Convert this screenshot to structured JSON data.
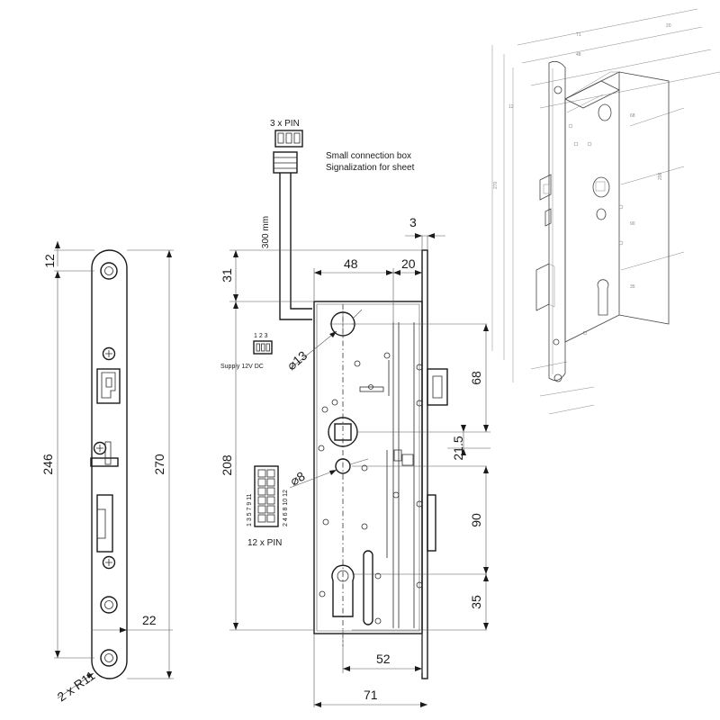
{
  "labels": {
    "pin3": "3 x PIN",
    "box_line1": "Small connection box",
    "box_line2": "Signalization for sheet",
    "cable": "300 mm",
    "supply_pins": "1 2 3",
    "supply": "Supply 12V DC",
    "pin12": "12 x PIN",
    "pins_odd": "1 3 5 7 9 11",
    "pins_even": "2 4 6 8 10 12"
  },
  "front_plate": {
    "dim_top": "12",
    "dim_inner": "246",
    "dim_total": "270",
    "dim_width": "22",
    "dim_radius": "2 x R11"
  },
  "side_view": {
    "dim_plate": "3",
    "dim_48": "48",
    "dim_20": "20",
    "dim_31": "31",
    "dim_208": "208",
    "dim_d13": "⌀13",
    "dim_d8": "⌀8",
    "dim_68": "68",
    "dim_215": "21.5",
    "dim_90": "90",
    "dim_35": "35",
    "dim_52": "52",
    "dim_71": "71"
  }
}
